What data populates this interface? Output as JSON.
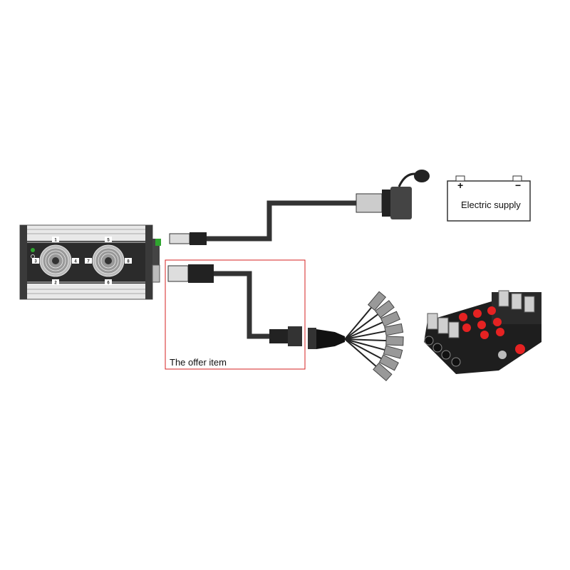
{
  "battery": {
    "label": "Electric supply",
    "plus": "+",
    "minus": "−"
  },
  "offer": {
    "label": "The offer item",
    "border_color": "#d62020"
  },
  "controller": {
    "joystick_left": {
      "up": "1",
      "down": "2",
      "left": "3",
      "right": "4"
    },
    "joystick_right": {
      "up": "5",
      "down": "6",
      "left": "7",
      "right": "8"
    },
    "led_color": "#2fa52f"
  },
  "valve": {
    "cap_color": "#e52222",
    "body_color": "#1e1e1e"
  }
}
